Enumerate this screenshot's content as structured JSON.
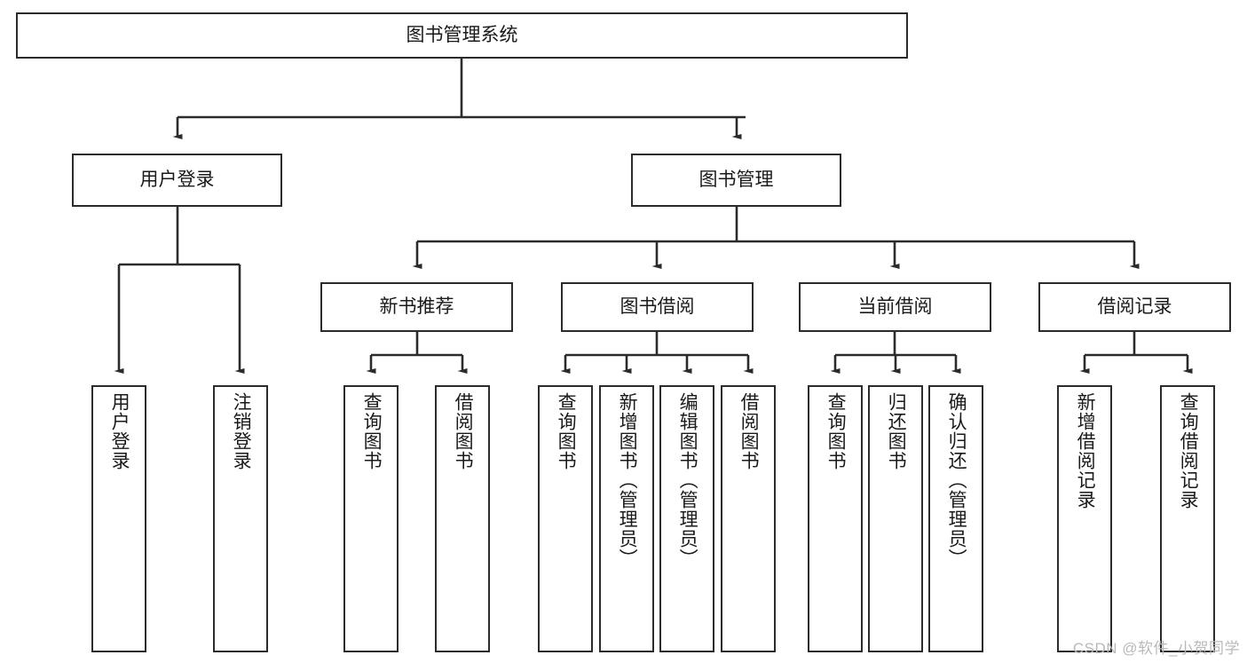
{
  "diagram": {
    "title": "图书管理系统",
    "type": "tree-hierarchy-diagram",
    "colors": {
      "box_border": "#2b2b2b",
      "box_fill": "#ffffff",
      "connector": "#2b2b2b",
      "text": "#1a1a1a",
      "watermark": "#b9b9b9",
      "background": "#ffffff"
    },
    "root": {
      "label": "图书管理系统"
    },
    "level2": [
      {
        "label": "用户登录"
      },
      {
        "label": "图书管理"
      }
    ],
    "level3": [
      {
        "label": "新书推荐"
      },
      {
        "label": "图书借阅"
      },
      {
        "label": "当前借阅"
      },
      {
        "label": "借阅记录"
      }
    ],
    "leaves": {
      "user_login": [
        {
          "label": "用户登录"
        },
        {
          "label": "注销登录"
        }
      ],
      "new_book_recommend": [
        {
          "label": "查询图书"
        },
        {
          "label": "借阅图书"
        }
      ],
      "book_borrow": [
        {
          "label": "查询图书"
        },
        {
          "label": "新增图书（管理员）"
        },
        {
          "label": "编辑图书（管理员）"
        },
        {
          "label": "借阅图书"
        }
      ],
      "current_borrow": [
        {
          "label": "查询图书"
        },
        {
          "label": "归还图书"
        },
        {
          "label": "确认归还（管理员）"
        }
      ],
      "borrow_record": [
        {
          "label": "新增借阅记录"
        },
        {
          "label": "查询借阅记录"
        }
      ]
    }
  },
  "watermark": {
    "text": "CSDN @软件_小贺同学"
  }
}
